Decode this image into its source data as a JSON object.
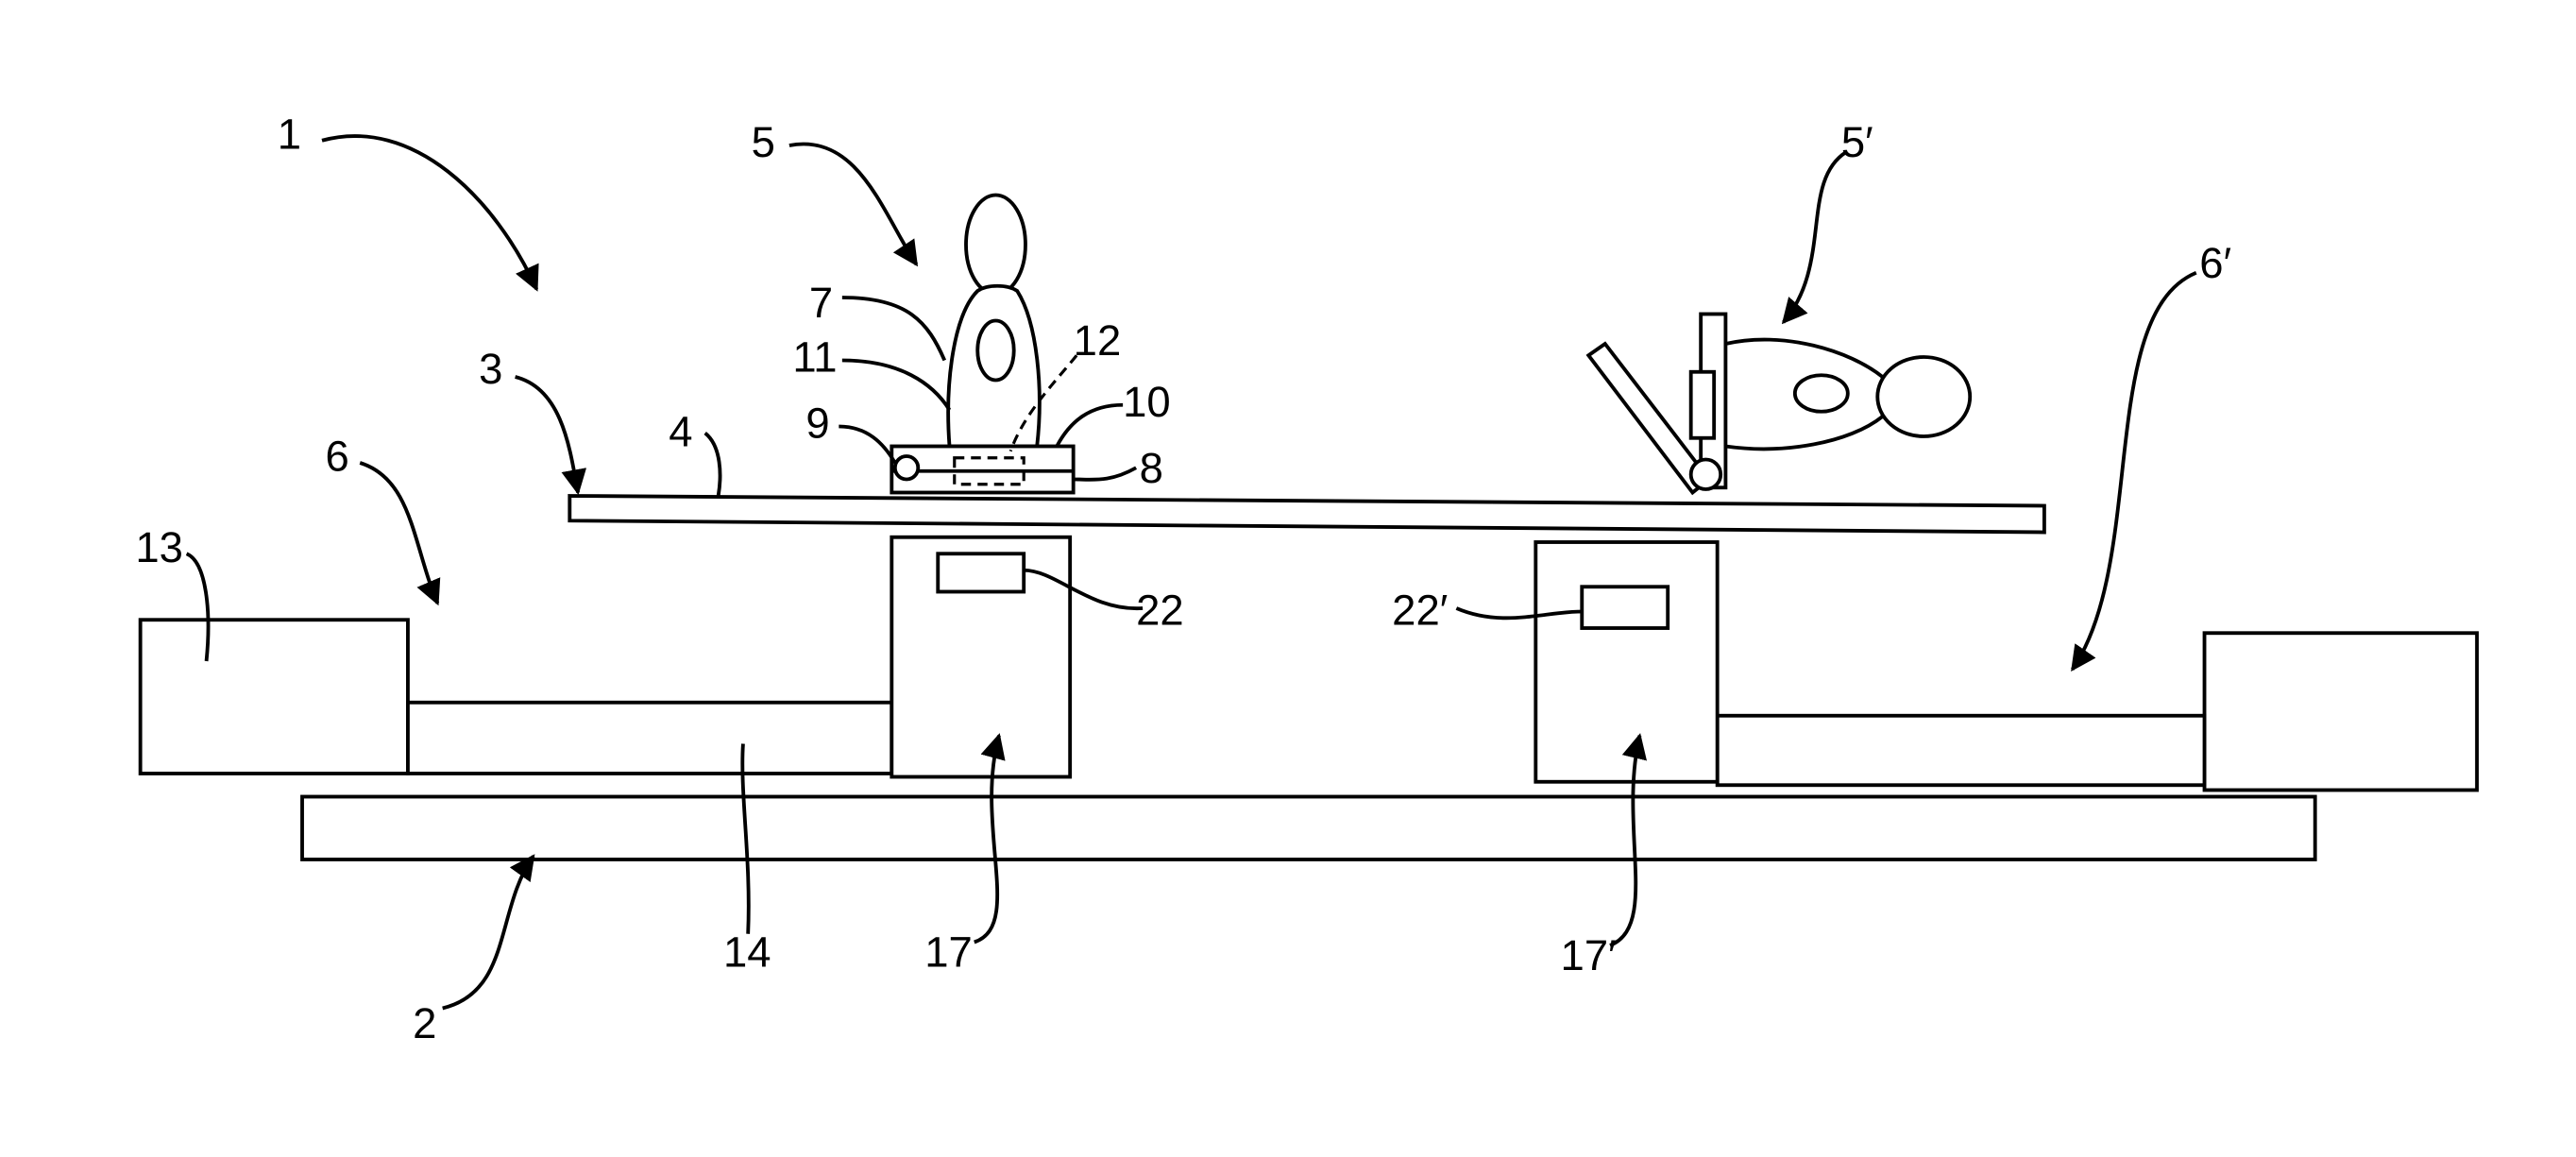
{
  "figure": {
    "labels": {
      "apparatus": "1",
      "base": "2",
      "board": "3",
      "board_surface": "4",
      "patient_left": "5",
      "patient_right": "5′",
      "drive_left": "6",
      "drive_right": "6′",
      "torso": "7",
      "plate": "8",
      "hinge": "9",
      "plate_edge": "10",
      "back": "11",
      "insert": "12",
      "motor_block": "13",
      "rail": "14",
      "column_left": "17",
      "column_right": "17′",
      "panel_left": "22",
      "panel_right": "22′"
    }
  }
}
